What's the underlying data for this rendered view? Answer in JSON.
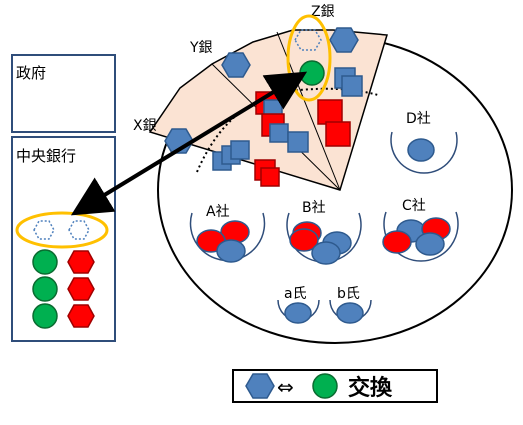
{
  "labels": {
    "government": "政府",
    "central_bank": "中央銀行",
    "bank_x": "X銀",
    "bank_y": "Y銀",
    "bank_z": "Z銀",
    "company_a": "A社",
    "company_b": "B社",
    "company_c": "C社",
    "company_d": "D社",
    "person_a": "a氏",
    "person_b": "b氏",
    "legend_arrow": "⇔",
    "legend_text": "交換"
  },
  "colors": {
    "outline": "#000000",
    "box_border": "#2f4d7a",
    "bank_fill": "#fbe3d3",
    "blue": "#4f81bd",
    "blue_stroke": "#2e5a8e",
    "red": "#ff0000",
    "red_stroke": "#a00000",
    "green": "#00b050",
    "green_stroke": "#0a6b30",
    "yellow": "#ffc000"
  },
  "icons": {
    "hexagon": "bond-hexagon-icon",
    "circle": "cash-circle-icon",
    "square": "deposit-square-icon"
  }
}
